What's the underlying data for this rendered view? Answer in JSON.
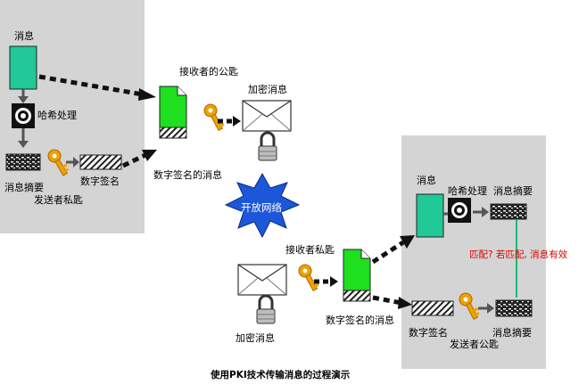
{
  "labels": {
    "msg_left": "消息",
    "hash_left": "哈希处理",
    "digest_left": "消息摘要",
    "sender_key_left": "发送者私匙",
    "signature_left": "数字签名",
    "receiver_pubkey_top": "接收者的公匙",
    "encrypted_top": "加密消息",
    "signed_msg_top": "数字签名的消息",
    "network": "开放网络",
    "receiver_privkey": "接收者私匙",
    "encrypted_bottom": "加密消息",
    "signed_msg_bottom": "数字签名的消息",
    "msg_right": "消息",
    "hash_right": "哈希处理",
    "digest_right_top": "消息摘要",
    "match_note": "匹配? 若匹配, 消息有效",
    "signature_right": "数字签名",
    "digest_right_bottom": "消息摘要",
    "sender_pubkey": "发送者公匙"
  },
  "caption": "使用PKI技术传输消息的过程演示",
  "colors": {
    "panel": "#d4d4d4",
    "message": "#20c997",
    "document": "#1ee01e",
    "key": "#f0a000",
    "network_star": "#1b57d8",
    "match_line": "#1ab87a",
    "match_text": "#dd0000"
  },
  "icons": [
    "message-icon",
    "hash-icon",
    "digest-icon",
    "key-icon",
    "signature-icon",
    "document-icon",
    "envelope-icon",
    "padlock-icon",
    "network-star-icon"
  ]
}
